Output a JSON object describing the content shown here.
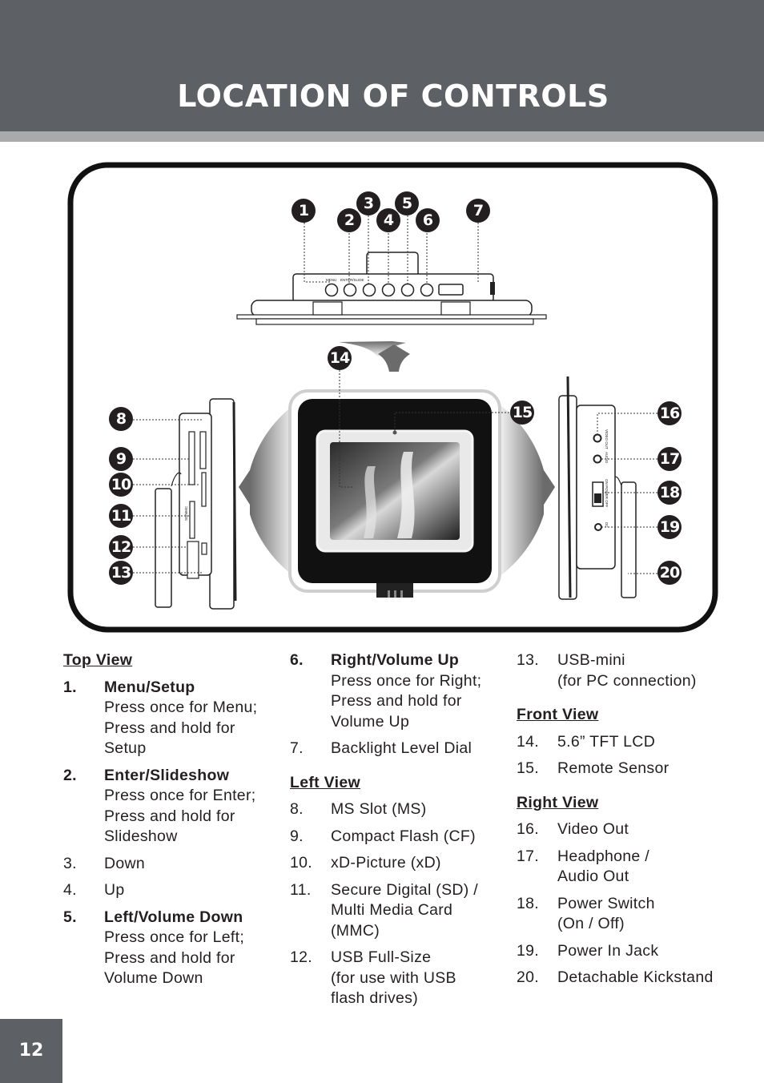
{
  "header": {
    "title": "LOCATION OF CONTROLS"
  },
  "device_labels": {
    "top_menu": "MENU",
    "top_enter": "ENTER/SLIDE",
    "left_slot": "SD/MMC",
    "right_video": "VIDEO OUT",
    "right_audio": "AUDIO",
    "right_power": "ON POWER OFF",
    "right_dc": "DC"
  },
  "callouts": [
    "1",
    "2",
    "3",
    "4",
    "5",
    "6",
    "7",
    "8",
    "9",
    "10",
    "11",
    "12",
    "13",
    "14",
    "15",
    "16",
    "17",
    "18",
    "19",
    "20"
  ],
  "columns": {
    "col1": {
      "heading": "Top View",
      "items": [
        {
          "num": "1.",
          "label": "Menu/Setup",
          "lines": [
            "Press once for Menu;",
            "Press and hold for",
            "Setup"
          ]
        },
        {
          "num": "2.",
          "label": "Enter/Slideshow",
          "lines": [
            "Press once for Enter;",
            "Press and hold for",
            "Slideshow"
          ]
        },
        {
          "num": "3.",
          "lines": [
            "Down"
          ]
        },
        {
          "num": "4.",
          "lines": [
            "Up"
          ]
        },
        {
          "num": "5.",
          "label": "Left/Volume Down",
          "lines": [
            "Press once for Left;",
            "Press and hold for",
            "Volume Down"
          ]
        }
      ]
    },
    "col2": {
      "items_top": [
        {
          "num": "6.",
          "label": "Right/Volume Up",
          "lines": [
            "Press once for Right;",
            "Press and hold for",
            "Volume Up"
          ]
        },
        {
          "num": "7.",
          "lines": [
            "Backlight Level Dial"
          ]
        }
      ],
      "heading": "Left View",
      "items": [
        {
          "num": "8.",
          "lines": [
            "MS Slot (MS)"
          ]
        },
        {
          "num": "9.",
          "lines": [
            "Compact Flash (CF)"
          ]
        },
        {
          "num": "10.",
          "lines": [
            "xD-Picture (xD)"
          ]
        },
        {
          "num": "11.",
          "lines": [
            "Secure Digital (SD) /",
            "Multi Media Card",
            "(MMC)"
          ]
        },
        {
          "num": "12.",
          "lines": [
            "USB Full-Size",
            "(for use with USB",
            "flash drives)"
          ]
        }
      ]
    },
    "col3": {
      "items_top": [
        {
          "num": "13.",
          "lines": [
            "USB-mini",
            "(for PC connection)"
          ]
        }
      ],
      "heading_front": "Front View",
      "items_front": [
        {
          "num": "14.",
          "lines": [
            "5.6” TFT LCD"
          ]
        },
        {
          "num": "15.",
          "lines": [
            "Remote Sensor"
          ]
        }
      ],
      "heading_right": "Right View",
      "items_right": [
        {
          "num": "16.",
          "lines": [
            "Video Out"
          ]
        },
        {
          "num": "17.",
          "lines": [
            "Headphone /",
            "Audio Out"
          ]
        },
        {
          "num": "18.",
          "lines": [
            "Power Switch",
            "(On / Off)"
          ]
        },
        {
          "num": "19.",
          "lines": [
            "Power In Jack"
          ]
        },
        {
          "num": "20.",
          "lines": [
            "Detachable Kickstand"
          ]
        }
      ]
    }
  },
  "page_number": "12"
}
